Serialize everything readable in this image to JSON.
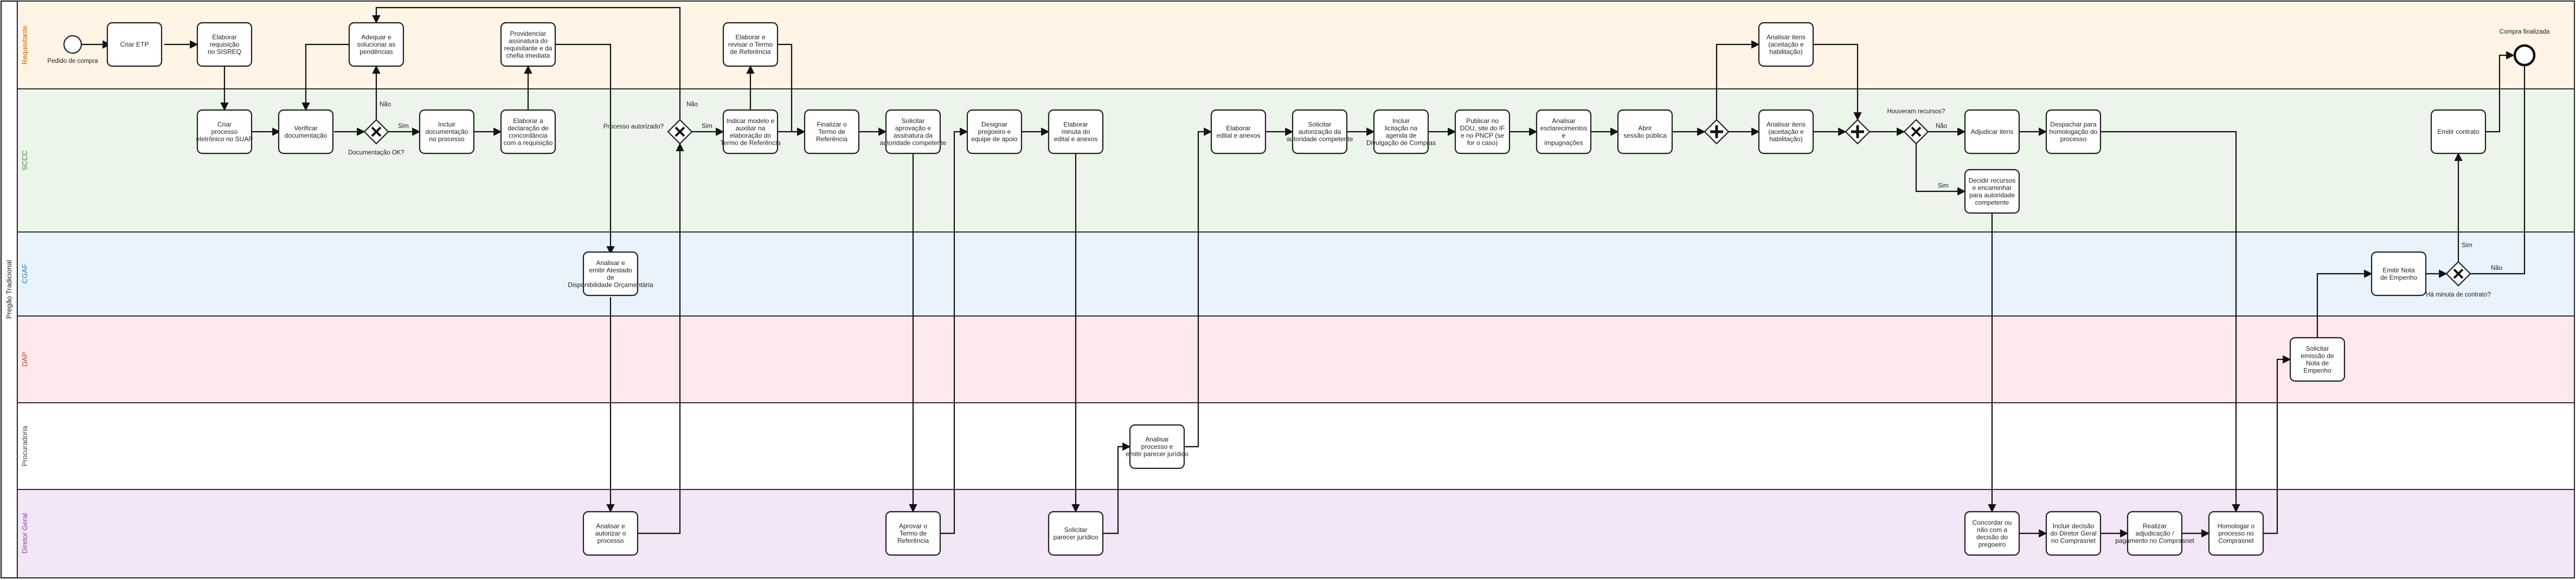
{
  "pool": {
    "label": "Pregão Tradicional"
  },
  "lanes": [
    {
      "id": "requisitante",
      "label": "Requisitante",
      "fill": "#fff4e5",
      "text_color": "#b86b00"
    },
    {
      "id": "scc",
      "label": "SCCC",
      "fill": "#ecf5ea",
      "text_color": "#3d8a3d"
    },
    {
      "id": "cgaf",
      "label": "CGAF",
      "fill": "#e8f3fc",
      "text_color": "#2a78b8"
    },
    {
      "id": "dap",
      "label": "DAP",
      "fill": "#fde9ec",
      "text_color": "#c0392b"
    },
    {
      "id": "procuradoria",
      "label": "Procuradoria",
      "fill": "#ffffff",
      "text_color": "#444444"
    },
    {
      "id": "diretor",
      "label": "Diretor Geral",
      "fill": "#f3e6f6",
      "text_color": "#8e44ad"
    }
  ],
  "events": {
    "start": {
      "label": "Pedido de compra"
    },
    "end": {
      "label": "Compra finalizada"
    }
  },
  "tasks": {
    "criar_etp": "Criar ETP",
    "elaborar_requisicao": "Elaborar requisição no SISREQ",
    "adequar": "Adequar e solucionar as pendências",
    "providenciar": "Providenciar assinatura do requisitante e da chefia imediata",
    "elaborar_tr": "Elaborar e revisar o Termo de Referência",
    "analisar_itens_req": "Analisar itens (aceitação e habilitação)",
    "criar_processo": "Criar processo eletrônico no SUAP",
    "verificar_doc": "Verificar documentação",
    "incluir_doc": "Incluir documentação no processo",
    "elaborar_declaracao": "Elaborar a declaração de concordância com a requisição",
    "indicar_modelo": "Indicar modelo e auxiliar na elaboração do Termo de Referência",
    "finalizar_tr": "Finalizar o Termo de Referência",
    "solicitar_aprovacao_tr": "Solicitar aprovação e assinatura da autoridade competente",
    "designar": "Designar pregoeiro e equipe de apoio",
    "elaborar_minuta": "Elaborar minuta do edital e anexos",
    "elaborar_edital": "Elaborar edital e anexos",
    "solicitar_autorizacao": "Solicitar autorização da autoridade competente",
    "incluir_licitacao": "Incluir licitação na agenda de Divulgação de Compras",
    "publicar": "Publicar no DOU, site do IF e no PNCP (se for o caso)",
    "analisar_esclarecimentos": "Analisar esclarecimentos e impugnações",
    "abrir_sessao": "Abrir sessão pública",
    "analisar_itens_scc": "Analisar itens (aceitação e habilitação)",
    "adjudicar": "Adjudicar itens",
    "despachar": "Despachar para homologação do processo",
    "decidir_recursos": "Decidir recursos e encaminhar para autoridade competente",
    "emitir_contrato": "Emitir contrato",
    "analisar_dotacao": "Analisar e emitir Atestado de Disponibilidade Orçamentária",
    "emitir_nota": "Emitir Nota de Empenho",
    "solicitar_emissao_nota": "Solicitar emissão de Nota de Empenho",
    "analisar_parecer": "Analisar processo e emitir parecer jurídico",
    "analisar_autorizar": "Analisar e autorizar o processo",
    "aprovar_tr": "Aprovar o Termo de Referência",
    "solicitar_parecer": "Solicitar parecer jurídico",
    "concordar": "Concordar ou não com a decisão do pregoeiro",
    "incluir_decisao": "Incluir decisão do Diretor Geral no Comprasnet",
    "realizar_adjudicacao": "Realizar adjudicação / pagamento no Comprasnet",
    "homologar": "Homologar o processo no Comprasnet"
  },
  "gateways": {
    "doc_ok": "Documentação OK?",
    "processo_autorizado": "Processo autorizado?",
    "houveram_recursos": "Houveram recursos?",
    "ha_minuta": "Há minuta de contrato?"
  },
  "flow_labels": {
    "nao": "Não",
    "sim": "Sim"
  },
  "colors": {
    "task_fill": "#ffffff",
    "stroke": "#222222"
  }
}
